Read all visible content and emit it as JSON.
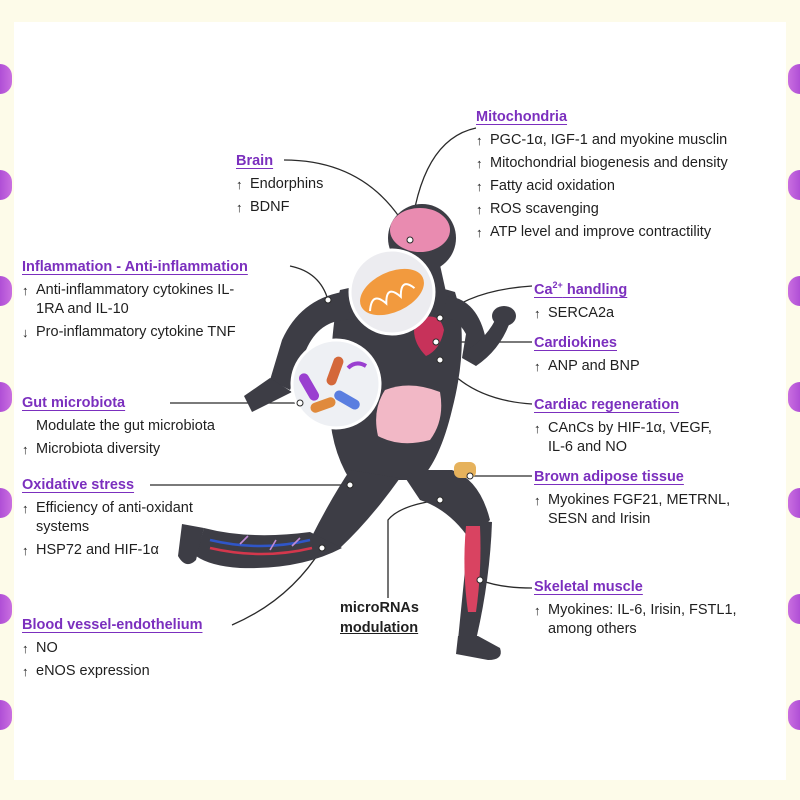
{
  "colors": {
    "title": "#7b2fbe",
    "tab": "#c96fe0",
    "body_silhouette": "#3d3d45",
    "background": "#fdfbe9"
  },
  "labels": {
    "mitochondria": {
      "title": "Mitochondria",
      "items": [
        {
          "arrow": "↑",
          "text": "PGC-1α, IGF-1 and myokine musclin"
        },
        {
          "arrow": "↑",
          "text": "Mitochondrial biogenesis and density"
        },
        {
          "arrow": "↑",
          "text": "Fatty acid oxidation"
        },
        {
          "arrow": "↑",
          "text": "ROS scavenging"
        },
        {
          "arrow": "↑",
          "text": "ATP level and improve contractility"
        }
      ]
    },
    "brain": {
      "title": "Brain",
      "items": [
        {
          "arrow": "↑",
          "text": "Endorphins"
        },
        {
          "arrow": "↑",
          "text": "BDNF"
        }
      ]
    },
    "inflammation": {
      "title": "Inflammation - Anti-inflammation",
      "items": [
        {
          "arrow": "↑",
          "text": "Anti-inflammatory cytokines IL-1RA and IL-10"
        },
        {
          "arrow": "↓",
          "text": "Pro-inflammatory cytokine TNF"
        }
      ]
    },
    "calcium": {
      "title_prefix": "Ca",
      "title_sup": "2+",
      "title_suffix": " handling",
      "items": [
        {
          "arrow": "↑",
          "text": "SERCA2a"
        }
      ]
    },
    "cardiokines": {
      "title": "Cardiokines",
      "items": [
        {
          "arrow": "↑",
          "text": "ANP and BNP"
        }
      ]
    },
    "gut": {
      "title": "Gut microbiota",
      "items": [
        {
          "arrow": "",
          "text": "Modulate the gut microbiota"
        },
        {
          "arrow": "↑",
          "text": "Microbiota diversity"
        }
      ]
    },
    "cardiac_regeneration": {
      "title": "Cardiac regeneration",
      "items": [
        {
          "arrow": "↑",
          "text": "CAnCs by HIF-1α, VEGF, IL-6 and NO"
        }
      ]
    },
    "oxidative": {
      "title": "Oxidative stress",
      "items": [
        {
          "arrow": "↑",
          "text": "Efficiency of anti-oxidant systems"
        },
        {
          "arrow": "↑",
          "text": "HSP72 and HIF-1α"
        }
      ]
    },
    "brown_adipose": {
      "title": "Brown adipose tissue",
      "items": [
        {
          "arrow": "↑",
          "text": "Myokines FGF21, METRNL, SESN and Irisin"
        }
      ]
    },
    "skeletal": {
      "title": "Skeletal muscle",
      "items": [
        {
          "arrow": "↑",
          "text": "Myokines: IL-6, Irisin, FSTL1, among others"
        }
      ]
    },
    "blood_vessel": {
      "title": "Blood vessel-endothelium",
      "items": [
        {
          "arrow": "↑",
          "text": "NO"
        },
        {
          "arrow": "↑",
          "text": "eNOS expression"
        }
      ]
    }
  },
  "microrna": {
    "line1": "microRNAs",
    "line2": "modulation"
  }
}
